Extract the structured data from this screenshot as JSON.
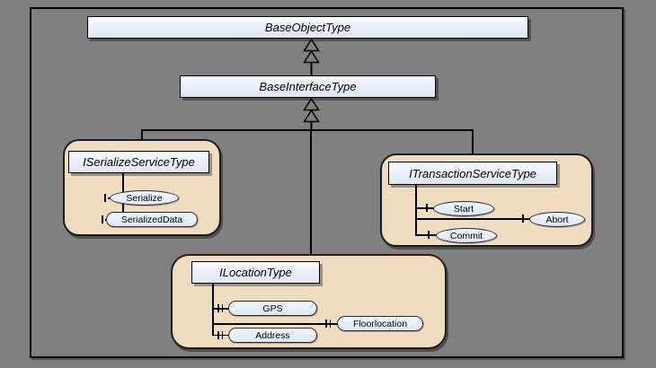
{
  "diagram": {
    "kind": "uml-type-hierarchy",
    "colors": {
      "background": "#808080",
      "class_box_fill": "#e9eef9",
      "interface_group_fill": "#f0ddc1",
      "member_fill": "#e4ecf8",
      "line": "#000000",
      "location_group_top_border": "#4a120e"
    },
    "nodes": {
      "base_object": {
        "label": "BaseObjectType"
      },
      "base_interface": {
        "label": "BaseInterfaceType"
      },
      "serialize_service": {
        "label": "ISerializeServiceType",
        "members": [
          {
            "label": "Serialize",
            "shape": "ellipse"
          },
          {
            "label": "SerializedData",
            "shape": "stadium"
          }
        ]
      },
      "transaction_service": {
        "label": "ITransactionServiceType",
        "members": [
          {
            "label": "Start",
            "shape": "ellipse"
          },
          {
            "label": "Abort",
            "shape": "ellipse"
          },
          {
            "label": "Commit",
            "shape": "ellipse"
          }
        ]
      },
      "location": {
        "label": "ILocationType",
        "members": [
          {
            "label": "GPS",
            "shape": "stadium"
          },
          {
            "label": "Floorlocation",
            "shape": "stadium"
          },
          {
            "label": "Address",
            "shape": "stadium"
          }
        ]
      }
    }
  }
}
